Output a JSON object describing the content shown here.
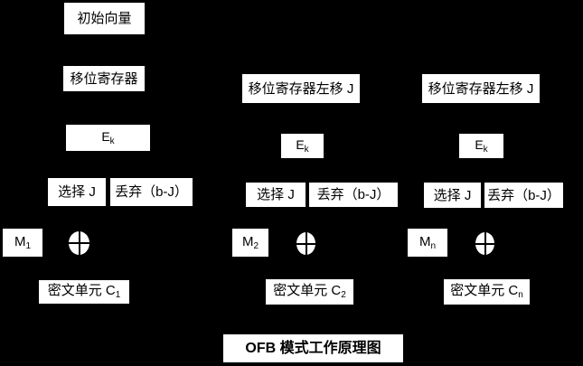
{
  "title": "OFB 模式工作原理图",
  "colors": {
    "background": "#000000",
    "box_fill": "#ffffff",
    "text": "#000000"
  },
  "icons": {
    "xor": "xor-circle"
  },
  "col1": {
    "top_box": "初始向量",
    "register_box": "移位寄存器",
    "encrypt": {
      "base": "E",
      "sub": "k"
    },
    "select": "选择 J",
    "discard": "丢弃（b-J）",
    "message": {
      "base": "M",
      "sub": "1"
    },
    "ciphertext": {
      "base": "密文单元 C",
      "sub": "1"
    }
  },
  "col2": {
    "register_box": "移位寄存器左移 J",
    "encrypt": {
      "base": "E",
      "sub": "k"
    },
    "select": "选择 J",
    "discard": "丢弃（b-J）",
    "message": {
      "base": "M",
      "sub": "2"
    },
    "ciphertext": {
      "base": "密文单元 C",
      "sub": "2"
    }
  },
  "col3": {
    "register_box": "移位寄存器左移 J",
    "encrypt": {
      "base": "E",
      "sub": "k"
    },
    "select": "选择 J",
    "discard": "丢弃（b-J）",
    "message": {
      "base": "M",
      "sub": "n"
    },
    "ciphertext": {
      "base": "密文单元 C",
      "sub": "n"
    }
  }
}
